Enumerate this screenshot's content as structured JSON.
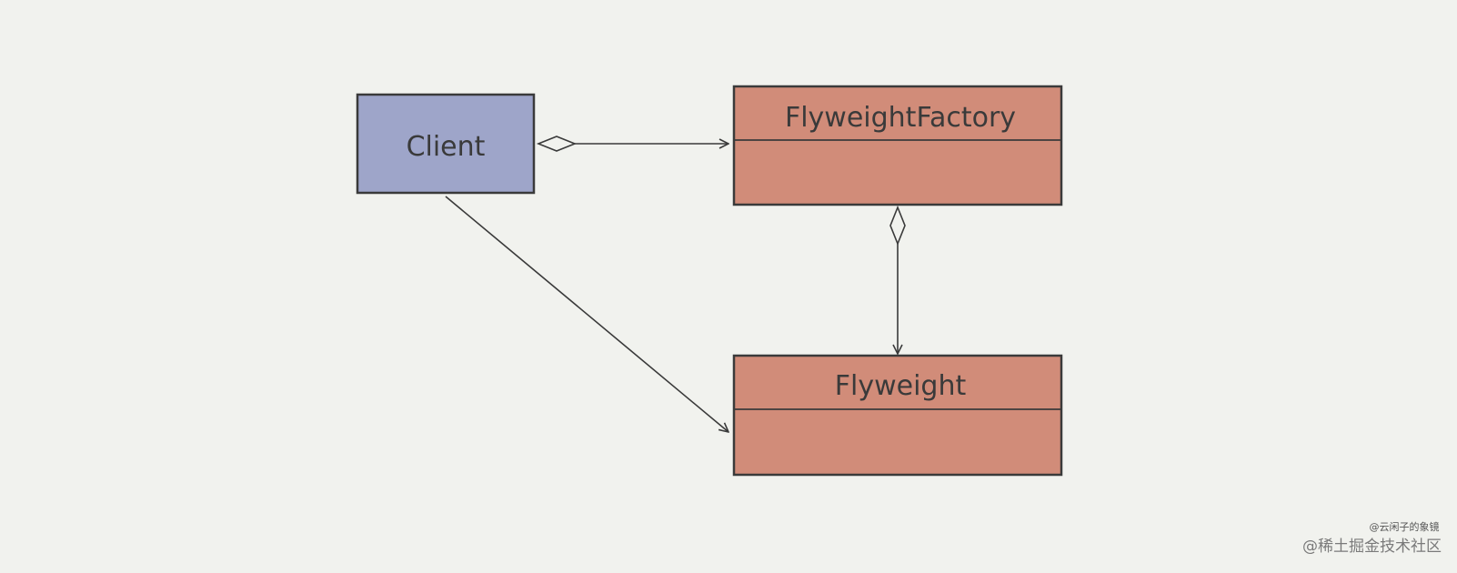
{
  "diagram": {
    "classes": {
      "client": {
        "name": "Client",
        "fill": "#9ea5c9"
      },
      "factory": {
        "name": "FlyweightFactory",
        "fill": "#d18c79"
      },
      "flyweight": {
        "name": "Flyweight",
        "fill": "#d18c79"
      }
    },
    "stroke_color": "#3a3a3a",
    "background": "#f1f2ee"
  },
  "watermark": {
    "author": "@云闲子的象镜",
    "site": "@稀土掘金技术社区"
  }
}
